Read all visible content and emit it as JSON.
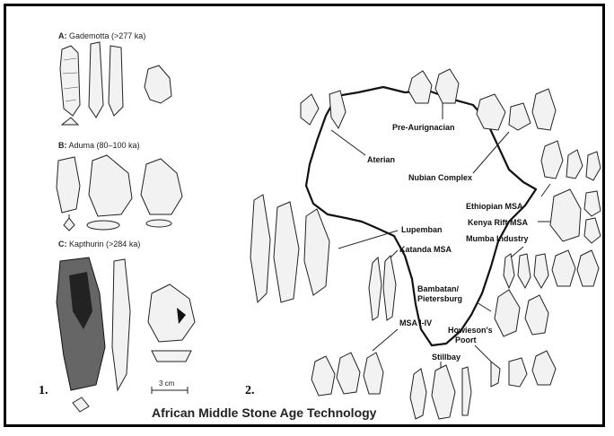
{
  "panel1": {
    "number": "1.",
    "sections": [
      {
        "letter": "A:",
        "text": "Gademotta (>277 ka)"
      },
      {
        "letter": "B:",
        "text": "Aduma (80–100 ka)"
      },
      {
        "letter": "C:",
        "text": "Kapthurin (>284 ka)"
      }
    ],
    "scale_label": "3 cm"
  },
  "panel2": {
    "number": "2.",
    "labels": {
      "pre_aurignacian": "Pre-Aurignacian",
      "aterian": "Aterian",
      "nubian_complex": "Nubian Complex",
      "ethiopian_msa": "Ethiopian MSA",
      "kenya_rift_msa": "Kenya Rift MSA",
      "mumba_industry": "Mumba Industry",
      "lupemban": "Lupemban",
      "katanda_msa": "Katanda MSA",
      "bambatan_line1": "Bambatan/",
      "bambatan_line2": "Pietersburg",
      "msa_i_iv": "MSA I-IV",
      "howiesons_line1": "Howieson's",
      "howiesons_line2": "Poort",
      "stillbay": "Stillbay"
    }
  },
  "caption": "African Middle Stone Age Technology"
}
